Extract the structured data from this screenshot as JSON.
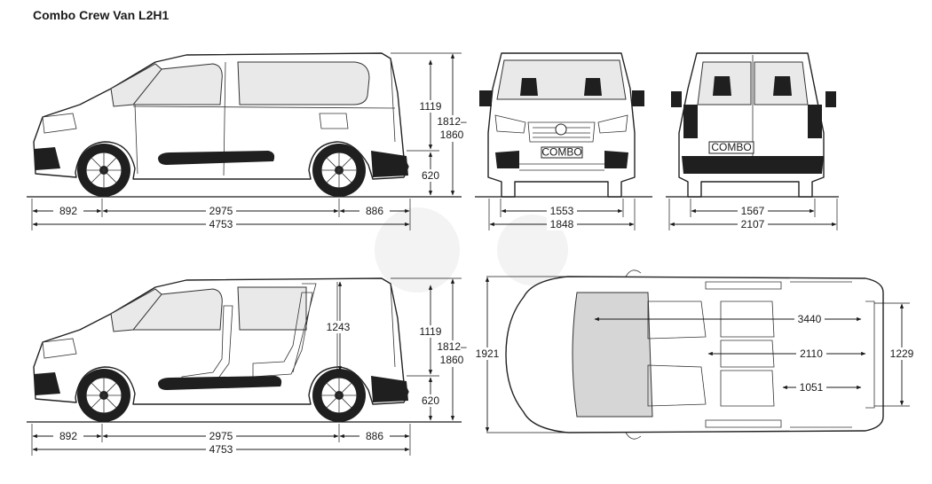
{
  "title": "Combo Crew Van L2H1",
  "views": {
    "side_top": {
      "front_overhang": "892",
      "wheelbase": "2975",
      "rear_overhang": "886",
      "overall_length": "4753",
      "body_height": "1119",
      "overall_height_line1": "1812–",
      "overall_height_line2": "1860",
      "ground_height": "620"
    },
    "front": {
      "track": "1553",
      "width": "1848",
      "plate": "COMBO"
    },
    "rear": {
      "track": "1567",
      "width_mirrors": "2107",
      "plate": "COMBO"
    },
    "side_bottom": {
      "front_overhang": "892",
      "wheelbase": "2975",
      "rear_overhang": "886",
      "overall_length": "4753",
      "body_height": "1119",
      "overall_height_line1": "1812–",
      "overall_height_line2": "1860",
      "ground_height": "620",
      "cargo_height": "1243"
    },
    "top": {
      "overall_width": "1921",
      "length_row1": "3440",
      "length_row2": "2110",
      "length_row3": "1051",
      "cargo_width": "1229"
    }
  },
  "colors": {
    "line": "#1a1a1a",
    "glass": "#e9e9e9",
    "cargo": "#d6d6d6"
  }
}
